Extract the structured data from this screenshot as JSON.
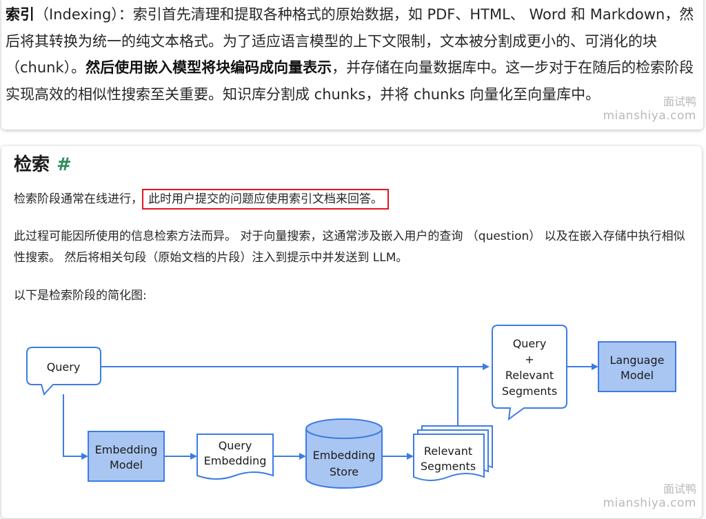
{
  "indexing": {
    "term": "索引",
    "part1": "（Indexing）：索引首先清理和提取各种格式的原始数据，如 PDF、HTML、 Word 和 Markdown，然后将其转换为统一的纯文本格式。为了适应语言模型的上下文限制，文本被分割成更小的、可消化的块（chunk）。",
    "bold": "然后使用嵌入模型将块编码成向量表示",
    "part2": "，并存储在向量数据库中。这一步对于在随后的检索阶段实现高效的相似性搜索至关重要。知识库分割成 chunks，并将 chunks 向量化至向量库中。"
  },
  "retrieval": {
    "heading": "检索",
    "anchor": "#",
    "p1_lead": "检索阶段通常在线进行，",
    "p1_highlight": "此时用户提交的问题应使用索引文档来回答。",
    "p2": "此过程可能因所使用的信息检索方法而异。 对于向量搜索，这通常涉及嵌入用户的查询 （question） 以及在嵌入存储中执行相似性搜索。 然后将相关句段（原始文档的片段）注入到提示中并发送到 LLM。",
    "p3": "以下是检索阶段的简化图:"
  },
  "diagram": {
    "query": "Query",
    "embedding_model": [
      "Embedding",
      "Model"
    ],
    "query_embedding": [
      "Query",
      "Embedding"
    ],
    "embedding_store": [
      "Embedding",
      "Store"
    ],
    "relevant_segments": [
      "Relevant",
      "Segments"
    ],
    "query_plus": [
      "Query",
      "+",
      "Relevant",
      "Segments"
    ],
    "language_model": [
      "Language",
      "Model"
    ]
  },
  "watermarks": [
    {
      "cn": "面试鸭",
      "en": "mianshiya.com"
    },
    {
      "cn": "面试鸭",
      "en": "mianshiya.com"
    }
  ],
  "colors": {
    "box_fill": "#a9c6f2",
    "stroke": "#3c7be6",
    "highlight_border": "#e0141e",
    "anchor": "#2e8b57"
  }
}
